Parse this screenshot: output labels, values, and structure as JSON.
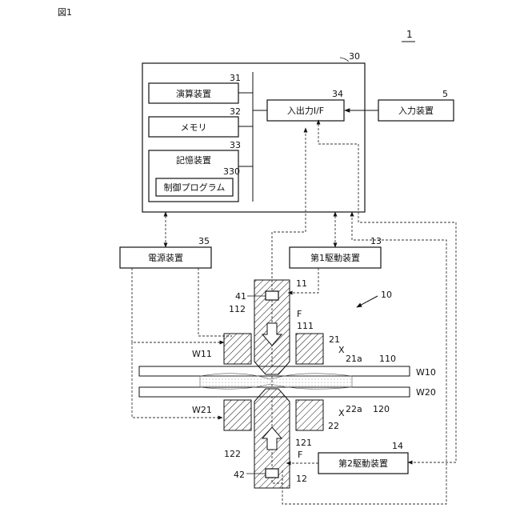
{
  "figure_label": "図1",
  "system_ref": "1",
  "controller_ref": "30",
  "boxes": {
    "compute": {
      "label": "演算装置",
      "ref": "31"
    },
    "memory": {
      "label": "メモリ",
      "ref": "32"
    },
    "storage": {
      "label": "記憶装置",
      "ref": "33"
    },
    "program": {
      "label": "制御プログラム",
      "ref": "330"
    },
    "io": {
      "label": "入出力I/F",
      "ref": "34"
    },
    "input": {
      "label": "入力装置",
      "ref": "5"
    },
    "power": {
      "label": "電源装置",
      "ref": "35"
    },
    "drive1": {
      "label": "第1駆動装置",
      "ref": "13"
    },
    "drive2": {
      "label": "第2駆動装置",
      "ref": "14"
    }
  },
  "refs": {
    "apparatus": "10",
    "rod_top": "11",
    "rod_bottom": "12",
    "sensor_top": "41",
    "sensor_bottom": "42",
    "tip_top_a": "112",
    "tip_top_b": "111",
    "tip_bot_a": "122",
    "tip_bot_b": "121",
    "force_top": "F",
    "force_bot": "F",
    "die_top": "21",
    "die_top_face": "21a",
    "die_bot": "22",
    "die_bot_face": "22a",
    "weld_top": "110",
    "weld_bot": "120",
    "x_top": "X",
    "x_bot": "X",
    "w11": "W11",
    "w21": "W21",
    "w10": "W10",
    "w20": "W20"
  }
}
